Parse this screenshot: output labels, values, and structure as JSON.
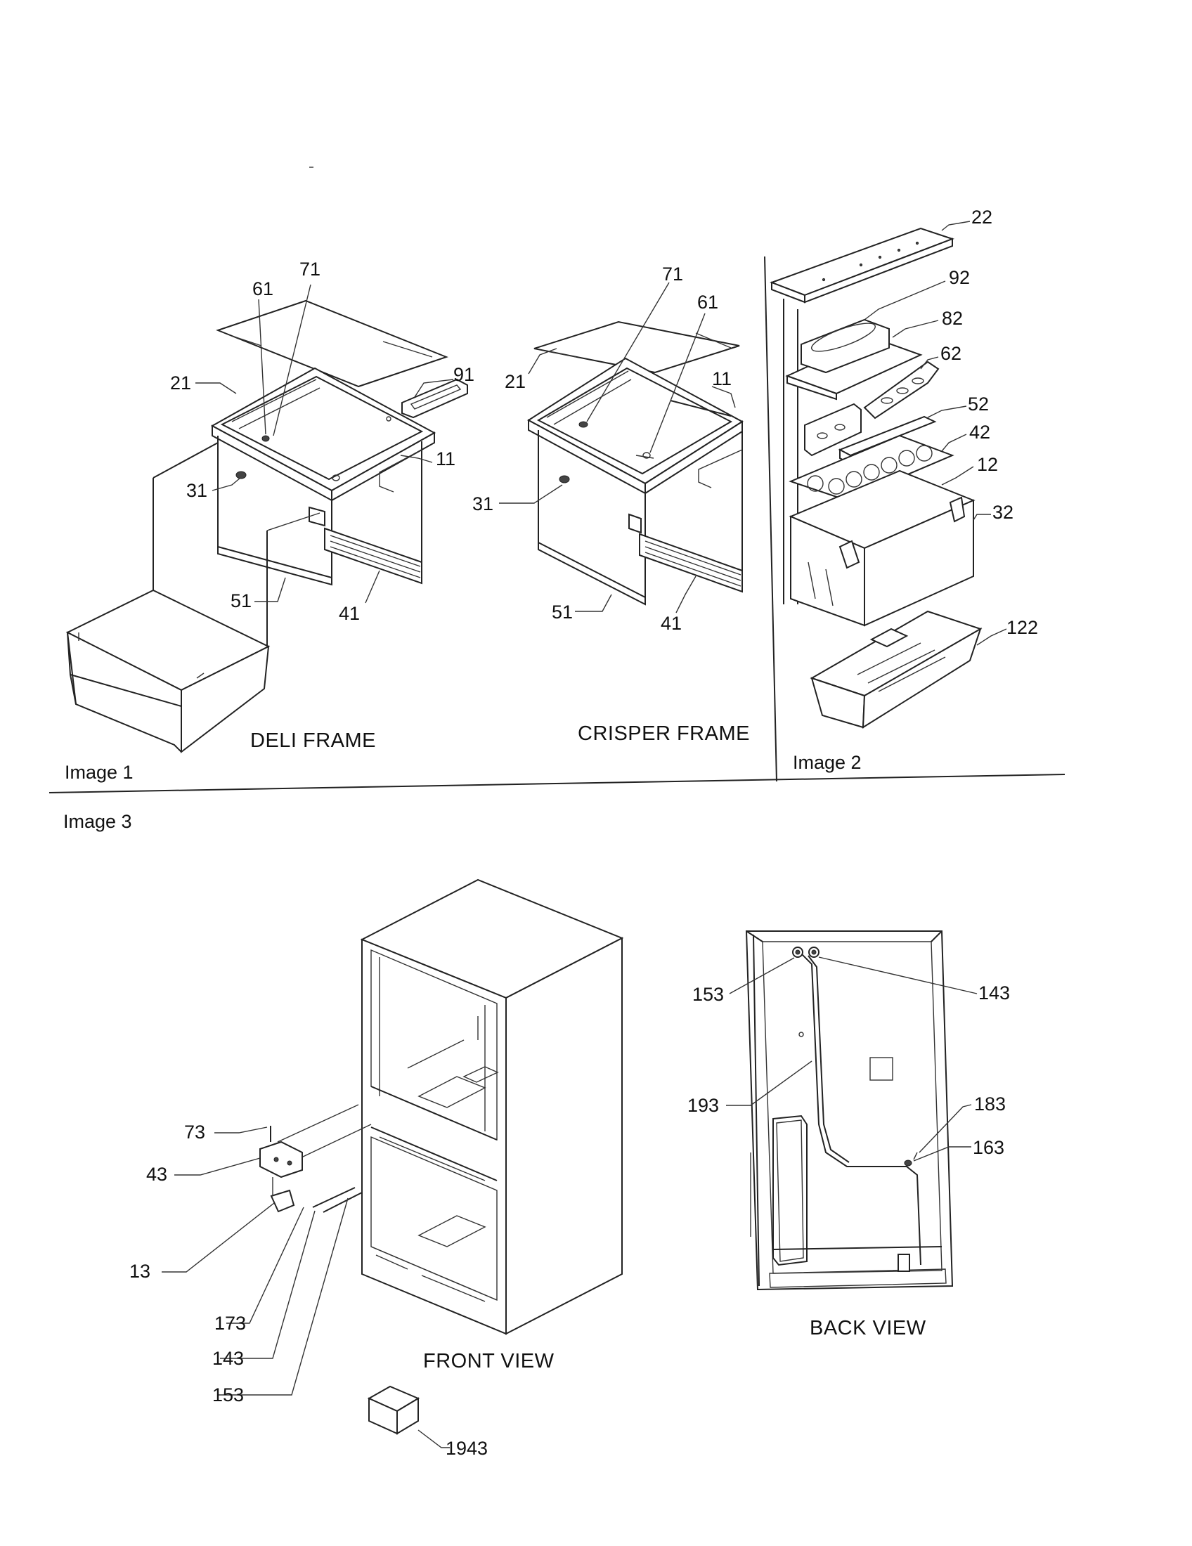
{
  "images": {
    "image1": "Image 1",
    "image2": "Image 2",
    "image3": "Image 3"
  },
  "captions": {
    "deli_frame": "DELI FRAME",
    "crisper_frame": "CRISPER FRAME",
    "front_view": "FRONT VIEW",
    "back_view": "BACK VIEW"
  },
  "callouts": {
    "deli_61": "61",
    "deli_71": "71",
    "deli_21": "21",
    "deli_91": "91",
    "deli_11": "11",
    "deli_31": "31",
    "deli_51": "51",
    "deli_41": "41",
    "crisper_71": "71",
    "crisper_61": "61",
    "crisper_21": "21",
    "crisper_11": "11",
    "crisper_31": "31",
    "crisper_51": "51",
    "crisper_41": "41",
    "door_22": "22",
    "door_92": "92",
    "door_82": "82",
    "door_62": "62",
    "door_52": "52",
    "door_42": "42",
    "door_12": "12",
    "door_32": "32",
    "door_122": "122",
    "front_73": "73",
    "front_43": "43",
    "front_13": "13",
    "front_173": "173",
    "front_143": "143",
    "front_153": "153",
    "front_1943": "1943",
    "back_153": "153",
    "back_143": "143",
    "back_193": "193",
    "back_183": "183",
    "back_163": "163"
  }
}
